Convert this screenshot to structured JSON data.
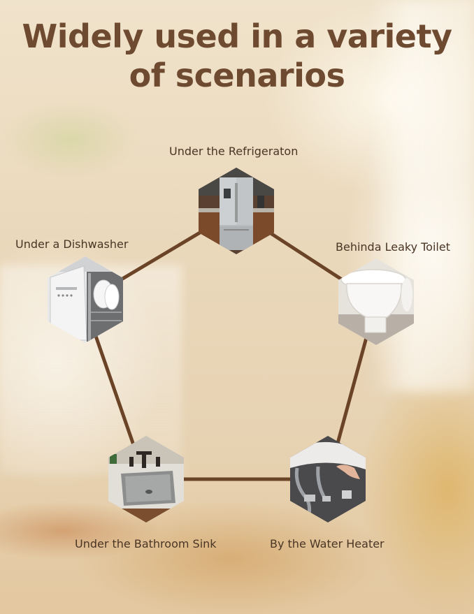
{
  "title": {
    "line1": "Widely used in a variety",
    "line2": "of scenarios"
  },
  "colors": {
    "title": "#6e4a30",
    "connector": "#6b4428",
    "label": "#4a3525"
  },
  "scenarios": [
    {
      "label": "Under the Refrigeraton",
      "icon": "refrigerator-icon"
    },
    {
      "label": "Behinda Leaky Toilet",
      "icon": "toilet-icon"
    },
    {
      "label": "By the Water Heater",
      "icon": "water-heater-icon"
    },
    {
      "label": "Under the Bathroom Sink",
      "icon": "bathroom-sink-icon"
    },
    {
      "label": "Under a Dishwasher",
      "icon": "dishwasher-icon"
    }
  ]
}
